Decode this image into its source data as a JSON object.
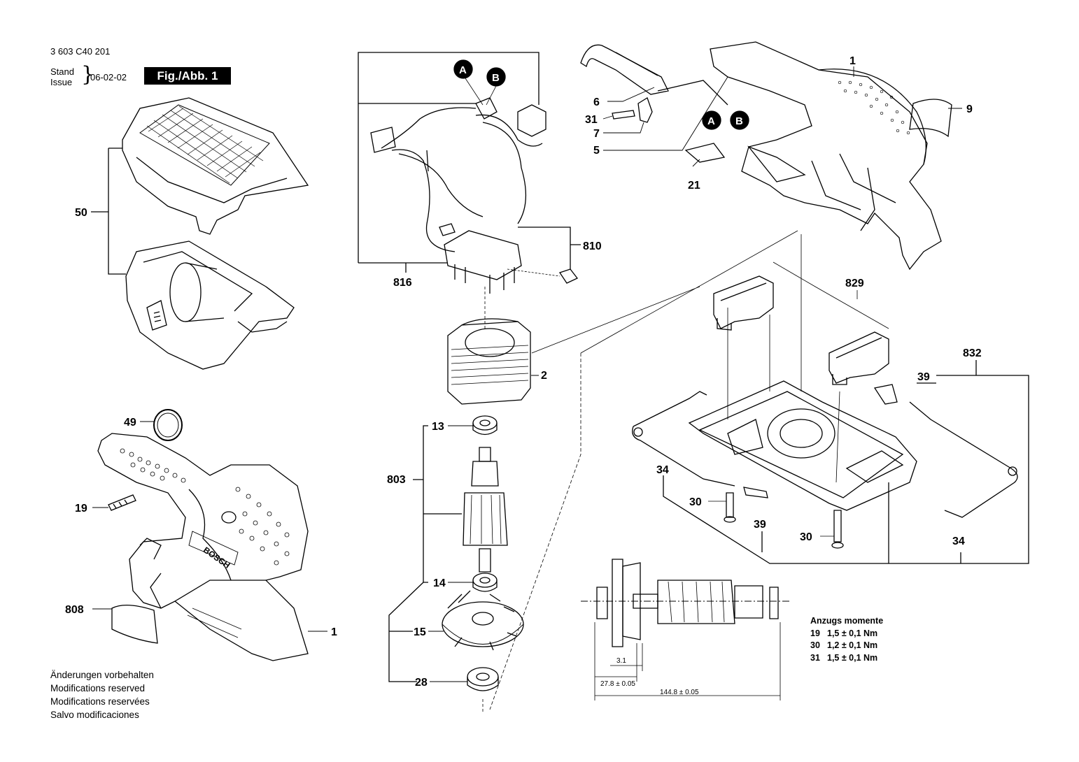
{
  "header": {
    "code": "3 603 C40 201",
    "stand_label": "Stand",
    "issue_label": "Issue",
    "date": "06-02-02",
    "figure": "Fig./Abb. 1"
  },
  "footer_notes": [
    "Änderungen vorbehalten",
    "Modifications reserved",
    "Modifications reservées",
    "Salvo modificaciones"
  ],
  "torque": {
    "title": "Anzugs momente",
    "rows": [
      {
        "part": "19",
        "value": "1,5 ± 0,1 Nm"
      },
      {
        "part": "30",
        "value": "1,2 ± 0,1 Nm"
      },
      {
        "part": "31",
        "value": "1,5 ± 0,1 Nm"
      }
    ]
  },
  "dimensions": {
    "d1": "3.1",
    "d2": "27.8 ± 0.05",
    "d3": "144.8 ± 0.05"
  },
  "badges": {
    "a": "A",
    "b": "B"
  },
  "parts": {
    "p1": "1",
    "p2": "2",
    "p5": "5",
    "p6": "6",
    "p7": "7",
    "p9": "9",
    "p13": "13",
    "p14": "14",
    "p15": "15",
    "p19": "19",
    "p21": "21",
    "p28": "28",
    "p30": "30",
    "p31": "31",
    "p34": "34",
    "p39": "39",
    "p49": "49",
    "p50": "50",
    "p803": "803",
    "p808": "808",
    "p810": "810",
    "p816": "816",
    "p829": "829",
    "p832": "832"
  },
  "housing_brand": "BOSCH"
}
